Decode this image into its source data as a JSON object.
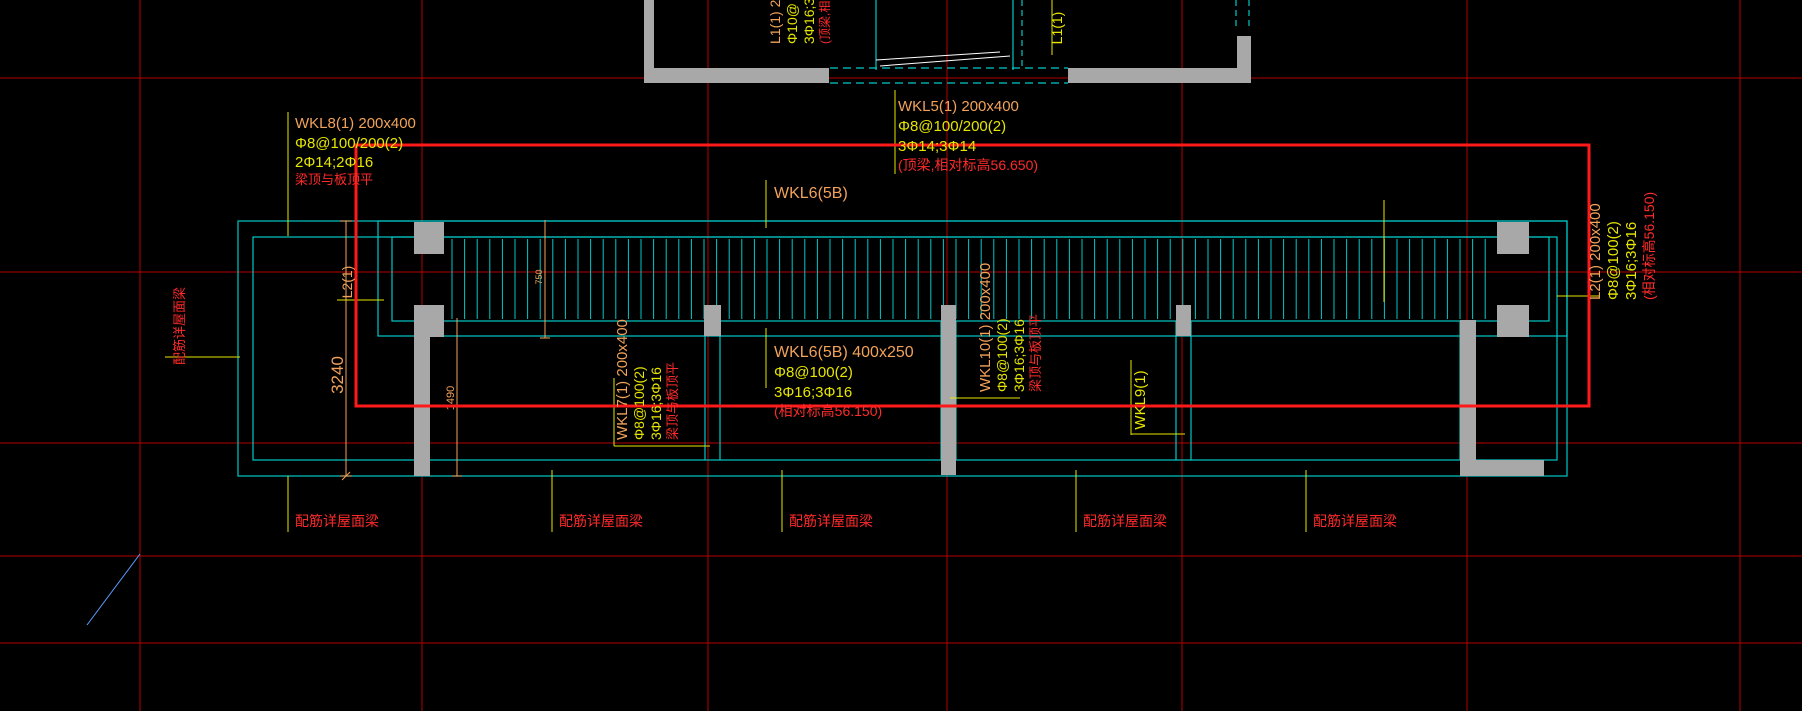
{
  "labels": {
    "wkl8_title": "WKL8(1) 200x400",
    "wkl8_stirrup": "Φ8@100/200(2)",
    "wkl8_bars": "2Φ14;2Φ16",
    "wkl8_note": "梁顶与板顶平",
    "wkl5_title": "WKL5(1) 200x400",
    "wkl5_stirrup": "Φ8@100/200(2)",
    "wkl5_bars": "3Φ14;3Φ14",
    "wkl5_note": "(顶梁,相对标高56.650)",
    "wkl6_top": "WKL6(5B)",
    "wkl6_title": "WKL6(5B) 400x250",
    "wkl6_stirrup": "Φ8@100(2)",
    "wkl6_bars": "3Φ16;3Φ16",
    "wkl6_note": "(相对标高56.150)",
    "l2_tag": "L2(1)",
    "l2_title": "L2(1) 200x400",
    "l2_stirrup": "Φ8@100(2)",
    "l2_bars": "3Φ16;3Φ16",
    "l2_note": "(相对标高56.150)",
    "wkl7_title": "WKL7(1) 200x400",
    "wkl7_stirrup": "Φ8@100(2)",
    "wkl7_bars": "3Φ16;3Φ16",
    "wkl7_note": "梁顶与板顶平",
    "wkl10_title": "WKL10(1) 200x400",
    "wkl10_stirrup": "Φ8@100(2)",
    "wkl10_bars": "3Φ16;3Φ16",
    "wkl10_note": "梁顶与板顶平",
    "wkl9": "WKL9(1)",
    "l1_top": "L1(1)",
    "l1_a": "L1(1) 2",
    "l1_b": "Φ10@",
    "l1_c": "3Φ16;3",
    "l1_d": "(顶梁,相",
    "dim_3240": "3240",
    "dim_1490": "1490",
    "dim_750": "750",
    "ref_note": "配筋详屋面梁"
  },
  "colors": {
    "background": "#000000",
    "grid": "#b40000",
    "beam_outline": "#00c8c8",
    "wall": "#a8a8a8",
    "text_yellow": "#e6e600",
    "text_orange": "#f2a25a",
    "text_red": "#ff2a2a",
    "highlight_box": "#ff1a1a"
  }
}
